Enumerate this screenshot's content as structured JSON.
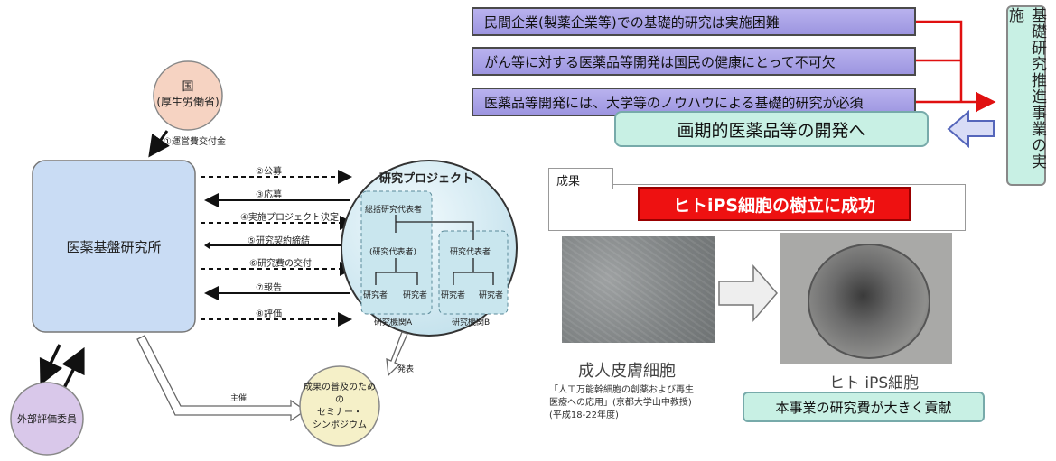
{
  "left": {
    "country": {
      "title": "国",
      "subtitle": "(厚生労働省)"
    },
    "institute": "医薬基盤研究所",
    "evaluation": "外部評価委員",
    "seminar": {
      "line1": "成果の普及のための",
      "line2": "セミナー・",
      "line3": "シンポジウム"
    },
    "funding_label": "①運営費交付金",
    "arrow_labels": [
      "②公募",
      "③応募",
      "④実施プロジェクト決定",
      "⑤研究契約締結",
      "⑥研究費の交付",
      "⑦報告",
      "⑧評価"
    ],
    "host_label": "主催",
    "announce_label": "発表",
    "project": {
      "title": "研究プロジェクト",
      "lead": "総括研究代表者",
      "rep_a": "(研究代表者)",
      "rep_b": "研究代表者",
      "researcher": "研究者",
      "inst_a": "研究機関A",
      "inst_b": "研究機関B"
    }
  },
  "right": {
    "statements": [
      "民間企業(製薬企業等)での基礎的研究は実施困難",
      "がん等に対する医薬品等開発は国民の健康にとって不可欠",
      "医薬品等開発には、大学等のノウハウによる基礎的研究が必須"
    ],
    "vertical_label": "基礎研究推進事業の実施",
    "goal": "画期的医薬品等の開発へ",
    "results_label": "成果",
    "achievement": "ヒトiPS細胞の樹立に成功",
    "photo_left_caption": "成人皮膚細胞",
    "photo_right_caption": "ヒト iPS細胞",
    "citation_line1": "「人工万能幹細胞の創薬および再生",
    "citation_line2": "医療への応用」(京都大学山中教授)",
    "citation_line3": "(平成18-22年度)",
    "contribution": "本事業の研究費が大きく貢献"
  },
  "colors": {
    "institute_fill": "#c9dcf4",
    "country_fill": "#f6d3c2",
    "evaluation_fill": "#d9c8ea",
    "seminar_fill": "#f5f0c8",
    "project_fill": "#d6ecf2",
    "statement_fill": "#a79fe6",
    "goal_fill": "#c8f0e4",
    "achievement_fill": "#ee1111",
    "red_arrow": "#e01010"
  }
}
